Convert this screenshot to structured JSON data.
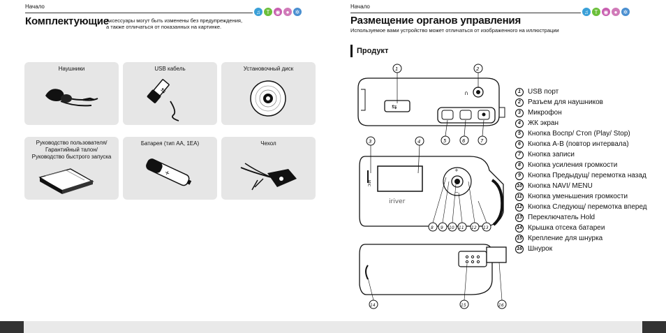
{
  "left_page": {
    "breadcrumb": "Начало",
    "title": "Комплектующие",
    "subtitle_line1": "Аксессуары могут быть изменены без предупреждения,",
    "subtitle_line2": "а также отличаться от показанных на картинке.",
    "cards": [
      {
        "label": [
          "Наушники"
        ],
        "icon": "headphones"
      },
      {
        "label": [
          "USB кабель"
        ],
        "icon": "usb-cable"
      },
      {
        "label": [
          "Установочный диск"
        ],
        "icon": "cd-disc"
      },
      {
        "label": [
          "Руководство пользователя/",
          "Гарантийный талон/",
          "Руководство быстрого запуска"
        ],
        "icon": "manual-books"
      },
      {
        "label": [
          "Батарея (тип AA, 1EA)"
        ],
        "icon": "battery"
      },
      {
        "label": [
          "Чехол"
        ],
        "icon": "case-with-strap"
      }
    ]
  },
  "right_page": {
    "breadcrumb": "Начало",
    "title": "Размещение органов управления",
    "subtitle": "Используемое вами устройство может отличаться от изображенного на иллюстрации",
    "section": "Продукт",
    "device_brand": "iriver",
    "mic_label": "MIC",
    "legend": [
      {
        "n": "1",
        "text": "USB порт"
      },
      {
        "n": "2",
        "text": "Разъем для наушников"
      },
      {
        "n": "3",
        "text": "Микрофон"
      },
      {
        "n": "4",
        "text": "ЖК экран"
      },
      {
        "n": "5",
        "text": "Кнопка Воспр/ Стоп (Play/ Stop)"
      },
      {
        "n": "6",
        "text": "Кнопка A-B (повтор интервала)"
      },
      {
        "n": "7",
        "text": "Кнопка записи"
      },
      {
        "n": "8",
        "text": "Кнопка усиления громкости"
      },
      {
        "n": "9",
        "text": "Кнопка Предыдущ/ перемотка назад"
      },
      {
        "n": "10",
        "text": "Кнопка NAVI/ MENU"
      },
      {
        "n": "11",
        "text": "Кнопка уменьшения громкости"
      },
      {
        "n": "12",
        "text": "Кнопка Следующ/ перемотка вперед"
      },
      {
        "n": "13",
        "text": "Переключатель Hold"
      },
      {
        "n": "14",
        "text": "Крышка отсека батареи"
      },
      {
        "n": "15",
        "text": "Крепление для шнурка"
      },
      {
        "n": "16",
        "text": "Шнурок"
      }
    ]
  },
  "nav_icons": [
    "music-icon",
    "text-icon",
    "voice-icon",
    "recorder-icon",
    "settings-icon"
  ],
  "nav_icon_colors": [
    "#3aa0d8",
    "#6bbf3a",
    "#c85fb0",
    "#d07ab8",
    "#4a8fd0"
  ]
}
